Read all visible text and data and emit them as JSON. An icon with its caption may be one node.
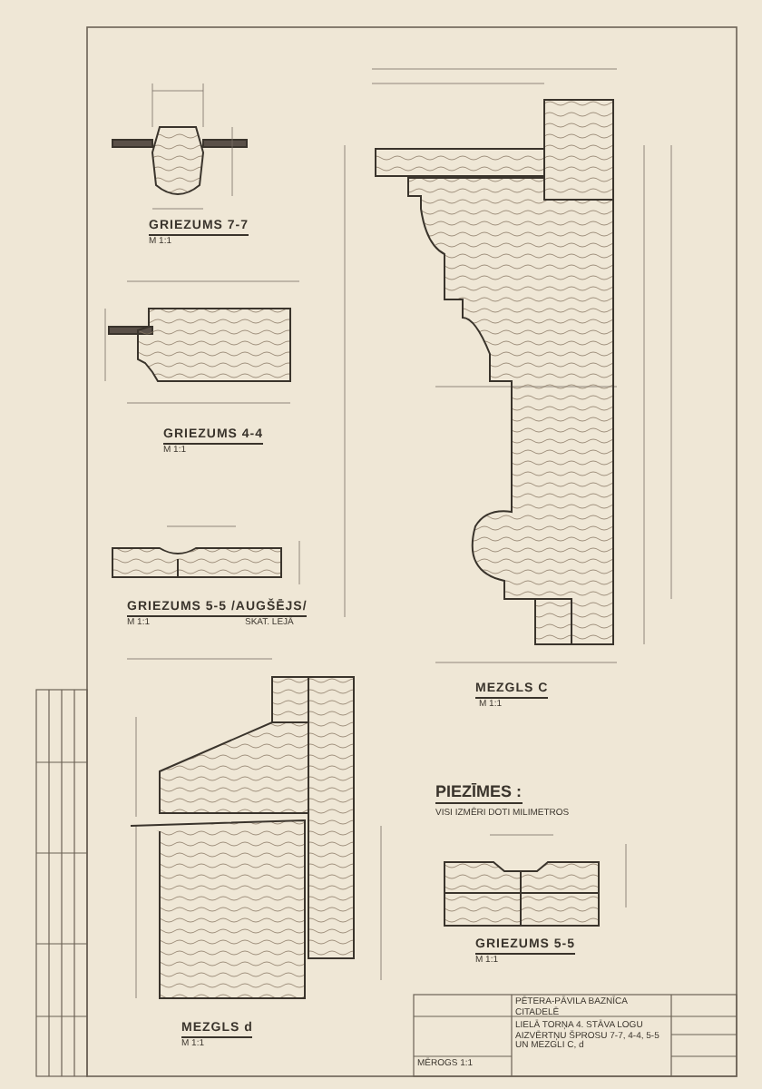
{
  "diagram": {
    "labels": [
      "GRIEZUMS 7-7",
      "M 1:1",
      "GRIEZUMS 4-4",
      "M 1:1",
      "GRIEZUMS 5-5 /AUGŠĒJS/",
      "M 1:1",
      "SKAT. LEJĀ",
      "MEZGLS C",
      "M 1:1",
      "PIEZĪMES :",
      "VISI IZMĒRI DOTI MILIMETROS",
      "GRIEZUMS 5-5",
      "M 1:1",
      "MEZGLS d",
      "M 1:1",
      "PĒTERA-PĀVILA BAZNĪCA CITADELĒ",
      "LIELĀ TORŅA 4. STĀVA LOGU AIZVĒRTŅU ŠPROSU 7-7, 4-4, 5-5 UN MEZGLI C, d",
      "MĒROGS 1:1"
    ]
  }
}
